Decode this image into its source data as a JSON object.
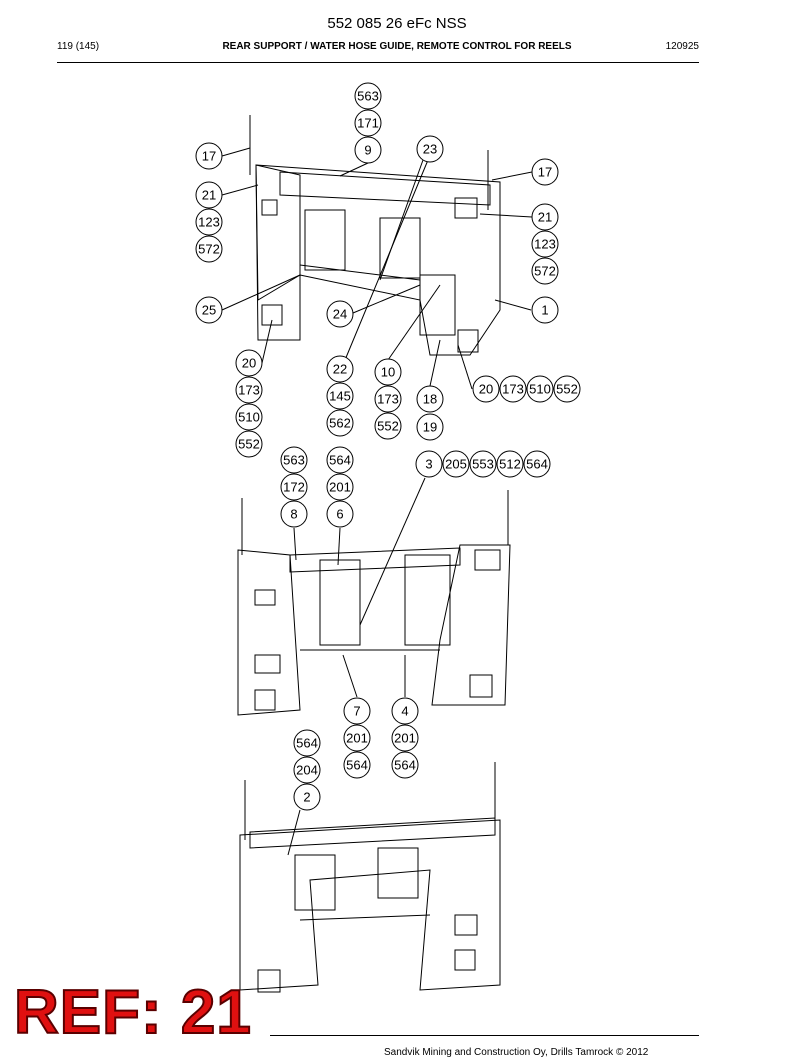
{
  "document": {
    "title": "552 085 26 eFc NSS",
    "page": "119 (145)",
    "section_title": "REAR SUPPORT / WATER HOSE GUIDE, REMOTE CONTROL FOR REELS",
    "doc_code": "120925",
    "footer": "Sandvik Mining and Construction Oy, Drills Tamrock © 2012",
    "stamp": "REF: 21"
  },
  "callouts": {
    "view1": [
      "563",
      "171",
      "9",
      "17",
      "21",
      "123",
      "572",
      "23",
      "17",
      "21",
      "123",
      "572",
      "25",
      "24",
      "1",
      "20",
      "173",
      "510",
      "552",
      "22",
      "145",
      "562",
      "10",
      "173",
      "552",
      "18",
      "19",
      "20",
      "173",
      "510",
      "552"
    ],
    "view2": [
      "563",
      "172",
      "8",
      "564",
      "201",
      "6",
      "3",
      "205",
      "553",
      "512",
      "564",
      "7",
      "201",
      "564",
      "4",
      "201",
      "564"
    ],
    "view3": [
      "564",
      "204",
      "2"
    ]
  }
}
